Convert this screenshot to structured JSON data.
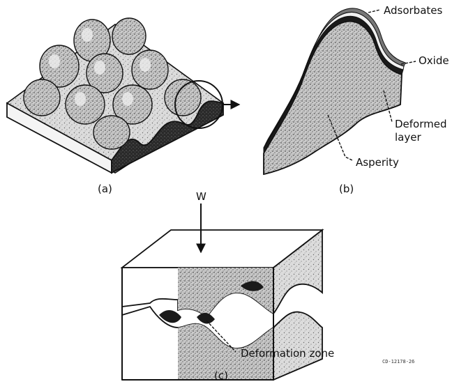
{
  "figure": {
    "panel_a": {
      "caption": "(a)"
    },
    "panel_b": {
      "caption": "(b)",
      "labels": {
        "adsorbates": "Adsorbates",
        "oxide": "Oxide",
        "deformed_line1": "Deformed",
        "deformed_line2": "layer",
        "asperity": "Asperity"
      }
    },
    "panel_c": {
      "caption": "(c)",
      "load_label": "W",
      "deformation_label": "Deformation zone"
    },
    "code": "CD-12178-26"
  },
  "colors": {
    "ink": "#111111",
    "stipple": "#8c8c8c",
    "dark_face": "#1a1a1a",
    "paper": "#ffffff"
  }
}
